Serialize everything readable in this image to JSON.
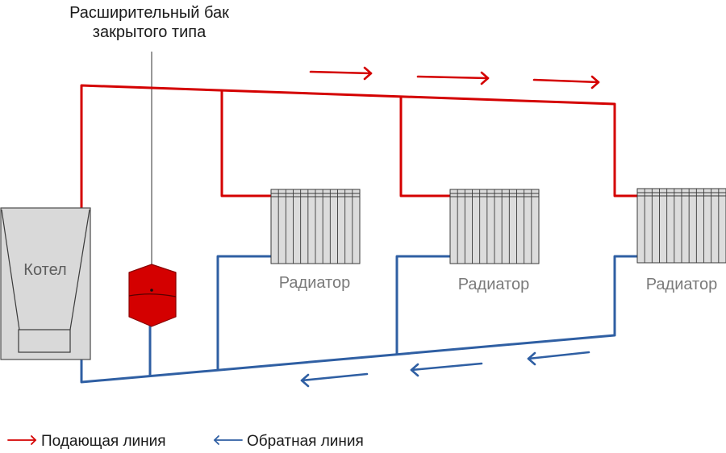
{
  "colors": {
    "supply": "#d40000",
    "return": "#2f5fa3",
    "radiator_fill": "#dcdcdc",
    "boiler_fill": "#d9d9d9",
    "tank_fill": "#d40000",
    "outline": "#3a3a3a"
  },
  "labels": {
    "expansion_tank_line1": "Расширительный бак",
    "expansion_tank_line2": "закрытого типа",
    "boiler": "Котел",
    "radiator_1": "Радиатор",
    "radiator_2": "Радиатор",
    "radiator_3": "Радиатор"
  },
  "legend": {
    "supply_label": "Подающая линия",
    "return_label": "Обратная линия"
  },
  "radiator_sections": 12
}
